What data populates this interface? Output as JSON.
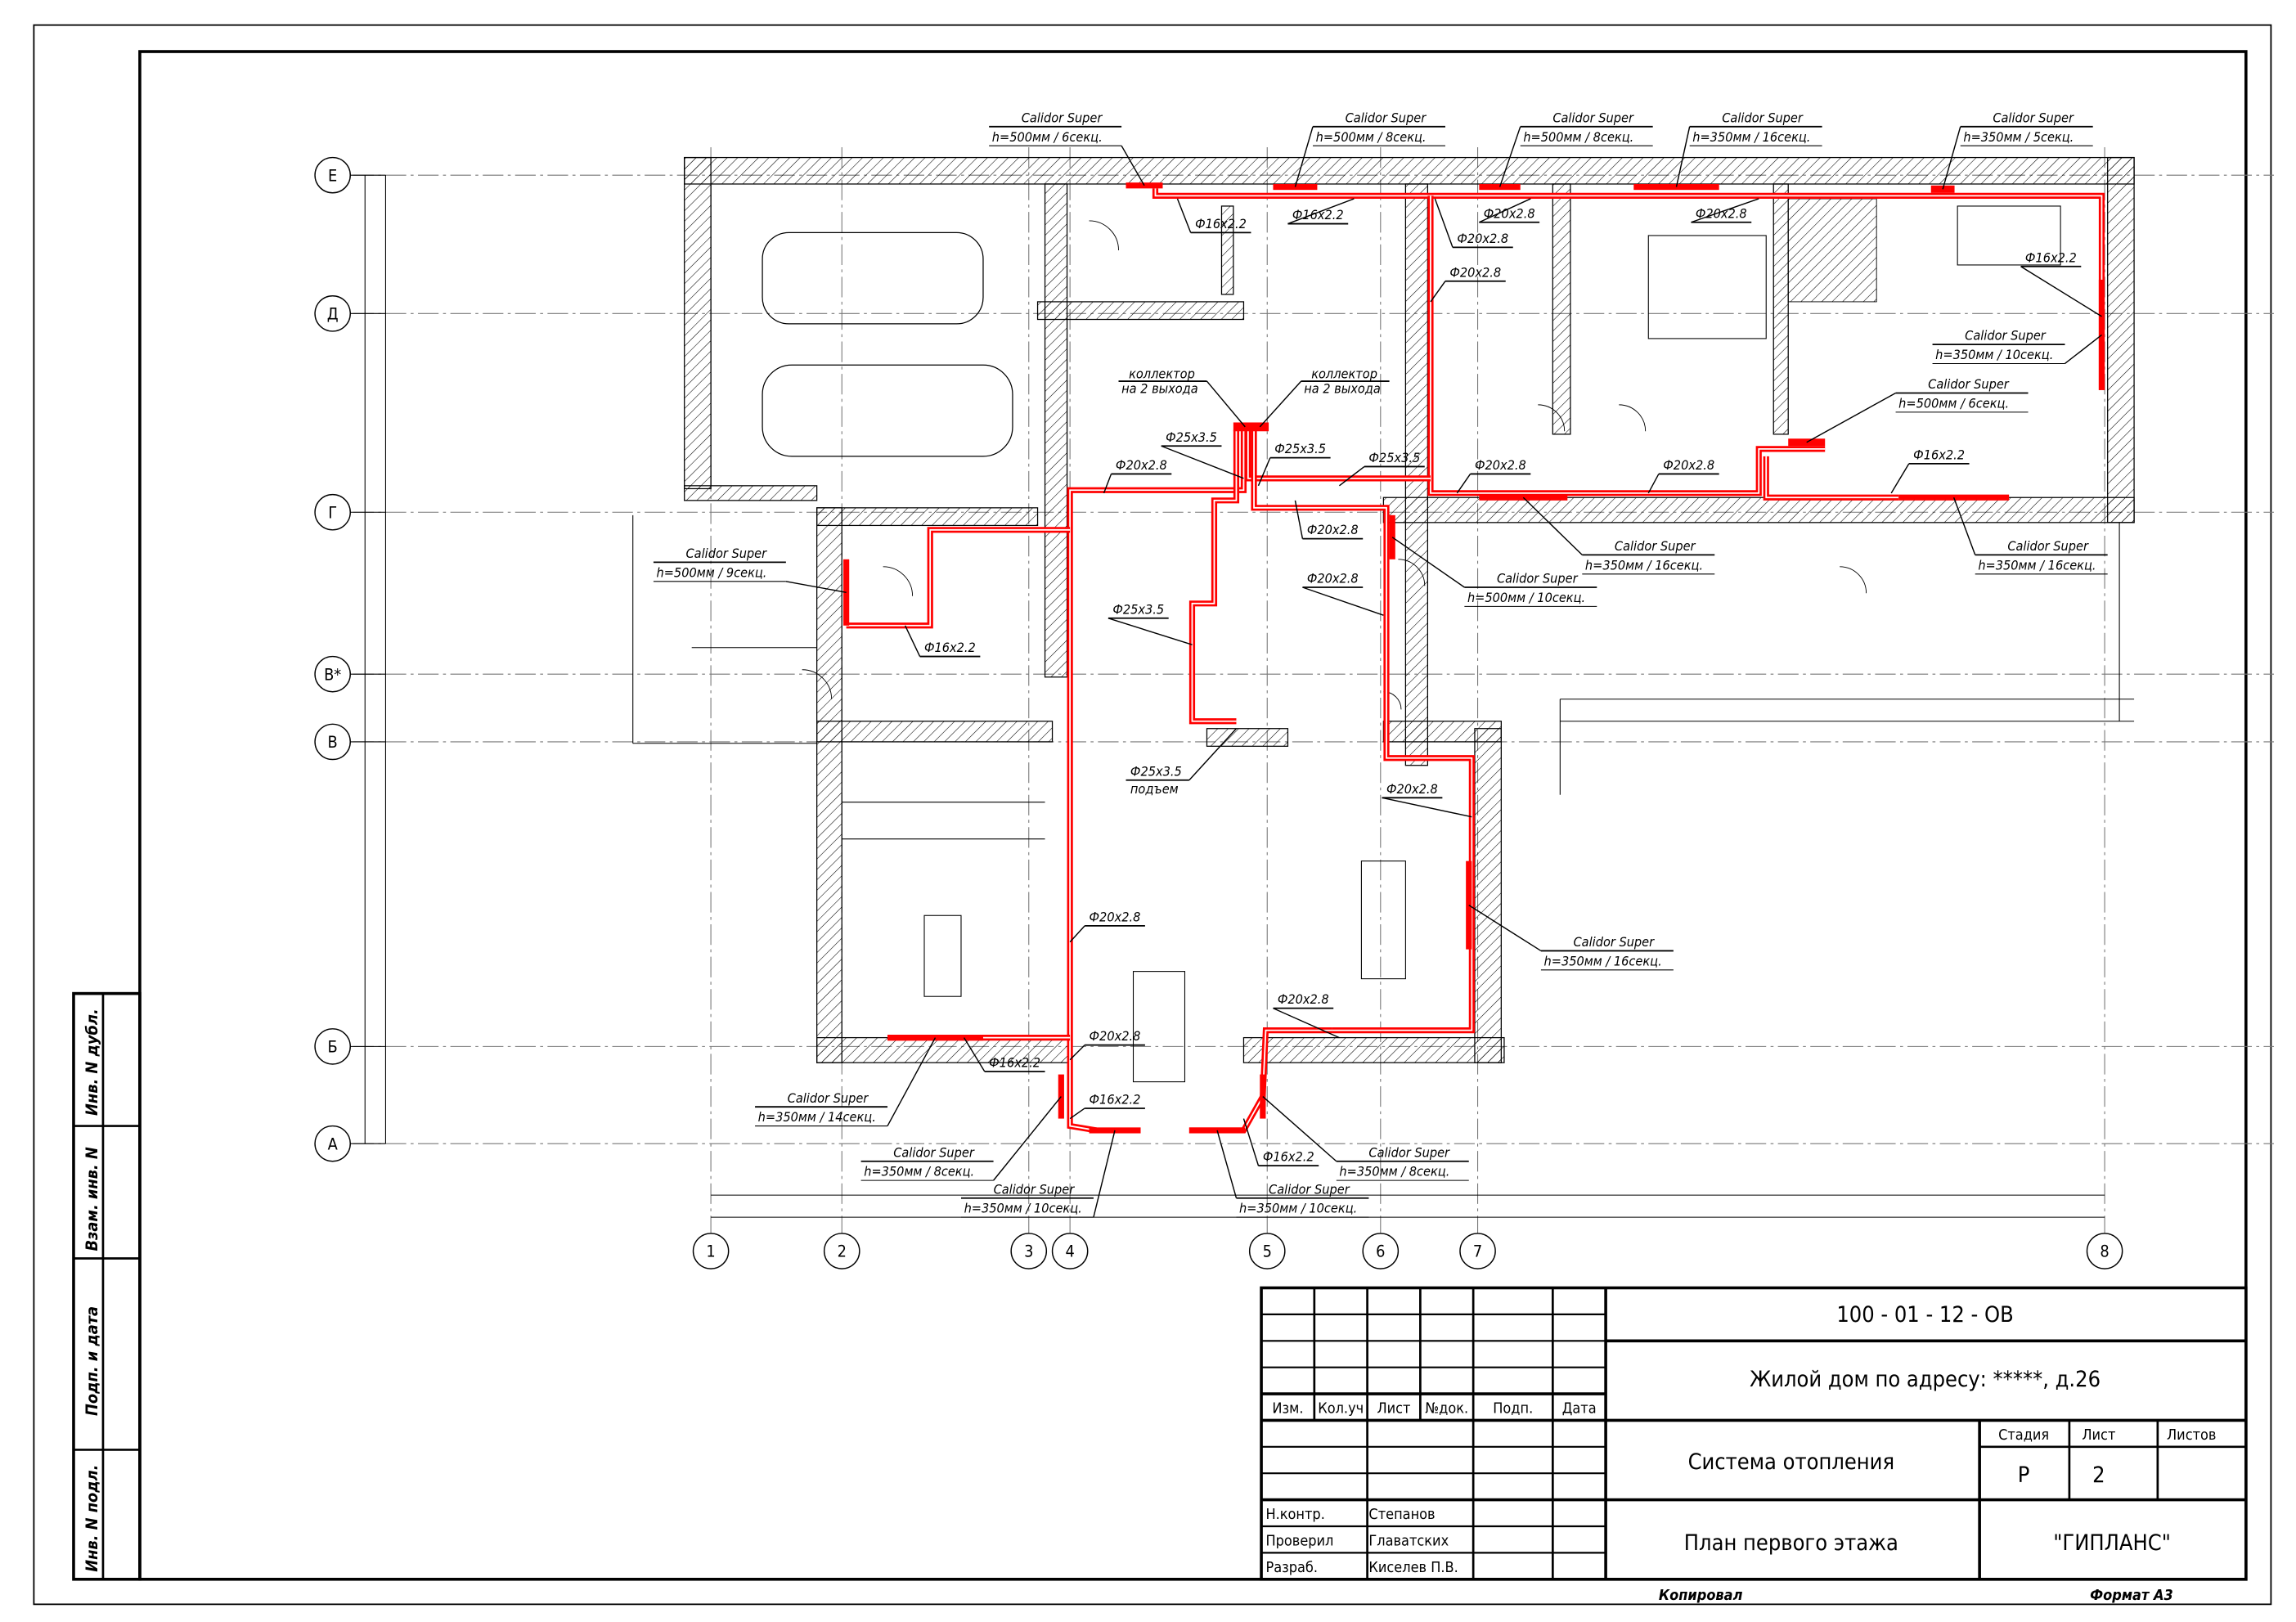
{
  "drawing": {
    "radiators": [
      {
        "model": "Calidor Super",
        "spec": "h=500мм / 6секц."
      },
      {
        "model": "Calidor Super",
        "spec": "h=500мм / 8секц."
      },
      {
        "model": "Calidor Super",
        "spec": "h=500мм / 8секц."
      },
      {
        "model": "Calidor Super",
        "spec": "h=350мм / 16секц."
      },
      {
        "model": "Calidor Super",
        "spec": "h=350мм / 5секц."
      },
      {
        "model": "Calidor Super",
        "spec": "h=350мм / 10секц."
      },
      {
        "model": "Calidor Super",
        "spec": "h=500мм / 6секц."
      },
      {
        "model": "Calidor Super",
        "spec": "h=350мм / 16секц."
      },
      {
        "model": "Calidor Super",
        "spec": "h=350мм / 16секц."
      },
      {
        "model": "Calidor Super",
        "spec": "h=500мм / 10секц."
      },
      {
        "model": "Calidor Super",
        "spec": "h=500мм / 9секц."
      },
      {
        "model": "Calidor Super",
        "spec": "h=350мм / 16секц."
      },
      {
        "model": "Calidor Super",
        "spec": "h=350мм / 14секц."
      },
      {
        "model": "Calidor Super",
        "spec": "h=350мм / 8секц."
      },
      {
        "model": "Calidor Super",
        "spec": "h=350мм / 10секц."
      },
      {
        "model": "Calidor Super",
        "spec": "h=350мм / 8секц."
      },
      {
        "model": "Calidor Super",
        "spec": "h=350мм / 10секц."
      }
    ],
    "pipe_labels": [
      "Ф16х2.2",
      "Ф16х2.2",
      "Ф20х2.8",
      "Ф20х2.8",
      "Ф20х2.8",
      "Ф20х2.8",
      "Ф16х2.2",
      "Ф16х2.2",
      "Ф20х2.8",
      "Ф20х2.8",
      "Ф25х3.5",
      "Ф25х3.5",
      "Ф25х3.5",
      "Ф20х2.8",
      "Ф20х2.8",
      "Ф20х2.8",
      "Ф25х3.5",
      "Ф16х2.2",
      "Ф20х2.8",
      "Ф20х2.8",
      "Ф20х2.8",
      "Ф20х2.8",
      "Ф16х2.2",
      "Ф16х2.2",
      "Ф16х2.2"
    ],
    "collectors": [
      {
        "line1": "коллектор",
        "line2": "на 2 выхода"
      },
      {
        "line1": "коллектор",
        "line2": "на 2 выхода"
      }
    ],
    "riser": {
      "size": "Ф25х3.5",
      "note": "подъем"
    },
    "axes_rows": [
      "Е",
      "Д",
      "Г",
      "В*",
      "В",
      "Б",
      "А"
    ],
    "axes_cols": [
      "1",
      "2",
      "3",
      "4",
      "5",
      "6",
      "7",
      "8"
    ]
  },
  "side_stamp": [
    "Инв. N дубл.",
    "Взам. инв. N",
    "Подп. и дата",
    "Инв. N подл."
  ],
  "title_block": {
    "code": "100 - 01 - 12 - ОВ",
    "object": "Жилой дом по адресу: *****, д.26",
    "headers": [
      "Изм.",
      "Кол.уч",
      "Лист",
      "№док.",
      "Подп.",
      "Дата"
    ],
    "roles": [
      "Н.контр.",
      "Проверил",
      "Разраб."
    ],
    "names": [
      "Степанов",
      "Главатских",
      "Киселев П.В."
    ],
    "system": "Система отопления",
    "sheet_title": "План первого этажа",
    "stage_label": "Стадия",
    "sheet_label": "Лист",
    "sheets_label": "Листов",
    "stage": "Р",
    "sheet": "2",
    "company": "\"ГИПЛАНС\""
  },
  "footer": {
    "copied": "Копировал",
    "format": "Формат А3"
  },
  "colors": {
    "pipe": "#ff0000",
    "line": "#000000"
  }
}
